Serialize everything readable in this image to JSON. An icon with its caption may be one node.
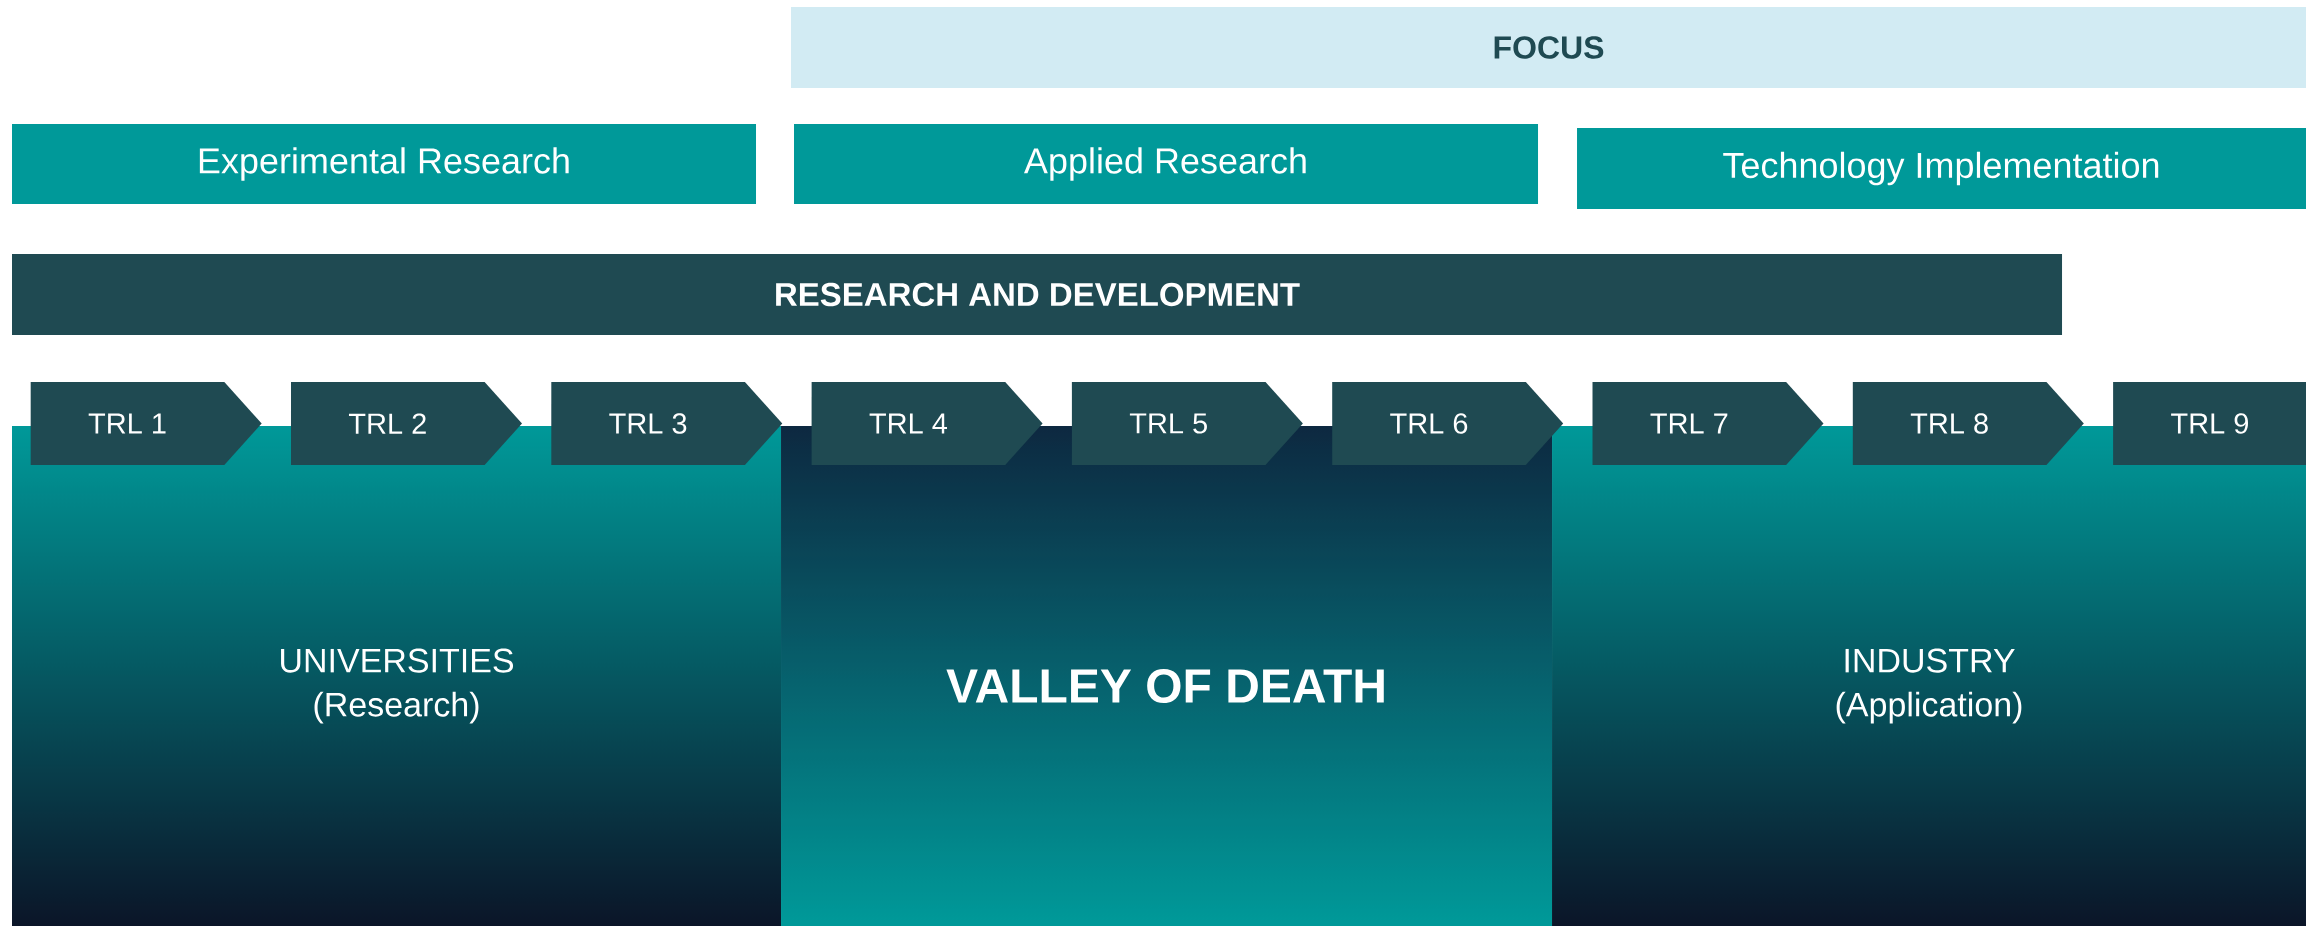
{
  "diagram": {
    "nodes": [
      {
        "text": [
          "FOCUS"
        ]
      },
      {
        "text": [
          "Experimental Research"
        ]
      },
      {
        "text": [
          "Applied Research"
        ]
      },
      {
        "text": [
          "Technology Implementation"
        ]
      },
      {
        "text": [
          "RESEARCH AND DEVELOPMENT"
        ]
      },
      {
        "text": [
          "TRL 1"
        ]
      },
      {
        "text": [
          "TRL 2"
        ]
      },
      {
        "text": [
          "TRL 3"
        ]
      },
      {
        "text": [
          "TRL 4"
        ]
      },
      {
        "text": [
          "TRL 5"
        ]
      },
      {
        "text": [
          "TRL 6"
        ]
      },
      {
        "text": [
          "TRL 7"
        ]
      },
      {
        "text": [
          "TRL 8"
        ]
      },
      {
        "text": [
          "TRL 9"
        ]
      },
      {
        "text": [
          "UNIVERSITIES (Research)"
        ]
      },
      {
        "text": [
          "VALLEY OF DEATH"
        ]
      },
      {
        "text": [
          "INDUSTRY (Application)"
        ]
      }
    ]
  }
}
